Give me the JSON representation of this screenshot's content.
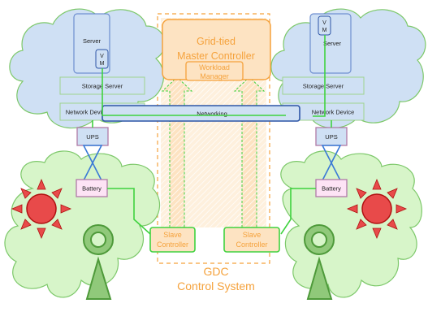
{
  "colors": {
    "cloud_blue_fill": "#cfe0f4",
    "cloud_green_fill": "#d7f5c9",
    "cloud_green_stroke": "#7dc86a",
    "orange": "#f5a23c",
    "orange_fill": "#fde3c2",
    "green_line": "#3fd23f",
    "network_bar_fill": "#cfe0f4",
    "network_bar_stroke": "#2d55a6",
    "server_fill": "#cfe0f4",
    "server_stroke": "#6f8fd0",
    "ups_fill": "#cfe0f4",
    "ups_stroke": "#b07aa6",
    "sun_fill": "#e84a4a",
    "sun_stroke": "#b01010",
    "tower_fill": "#90c97a",
    "tower_stroke": "#4e9a3a"
  },
  "left_site": {
    "server_label": "Server",
    "vm_label_line1": "V",
    "vm_label_line2": "M",
    "storage_label": "Storage Server",
    "network_device_label": "Network Device",
    "ups_label": "UPS",
    "battery_label": "Battery"
  },
  "right_site": {
    "server_label": "Server",
    "vm_label_line1": "V",
    "vm_label_line2": "M",
    "storage_label": "Storage Server",
    "network_device_label": "Network Device",
    "ups_label": "UPS",
    "battery_label": "Battery"
  },
  "master_controller": {
    "line1": "Grid-tied",
    "line2": "Master Controller"
  },
  "workload_manager": {
    "line1": "Workload",
    "line2": "Manager"
  },
  "networking_label": "Networking",
  "slave_left": {
    "line1": "Slave",
    "line2": "Controller"
  },
  "slave_right": {
    "line1": "Slave",
    "line2": "Controller"
  },
  "gdc_system": {
    "line1": "GDC",
    "line2": "Control System"
  },
  "icons": {
    "sun": "sun-icon",
    "wind_turbine": "wind-turbine-icon"
  }
}
